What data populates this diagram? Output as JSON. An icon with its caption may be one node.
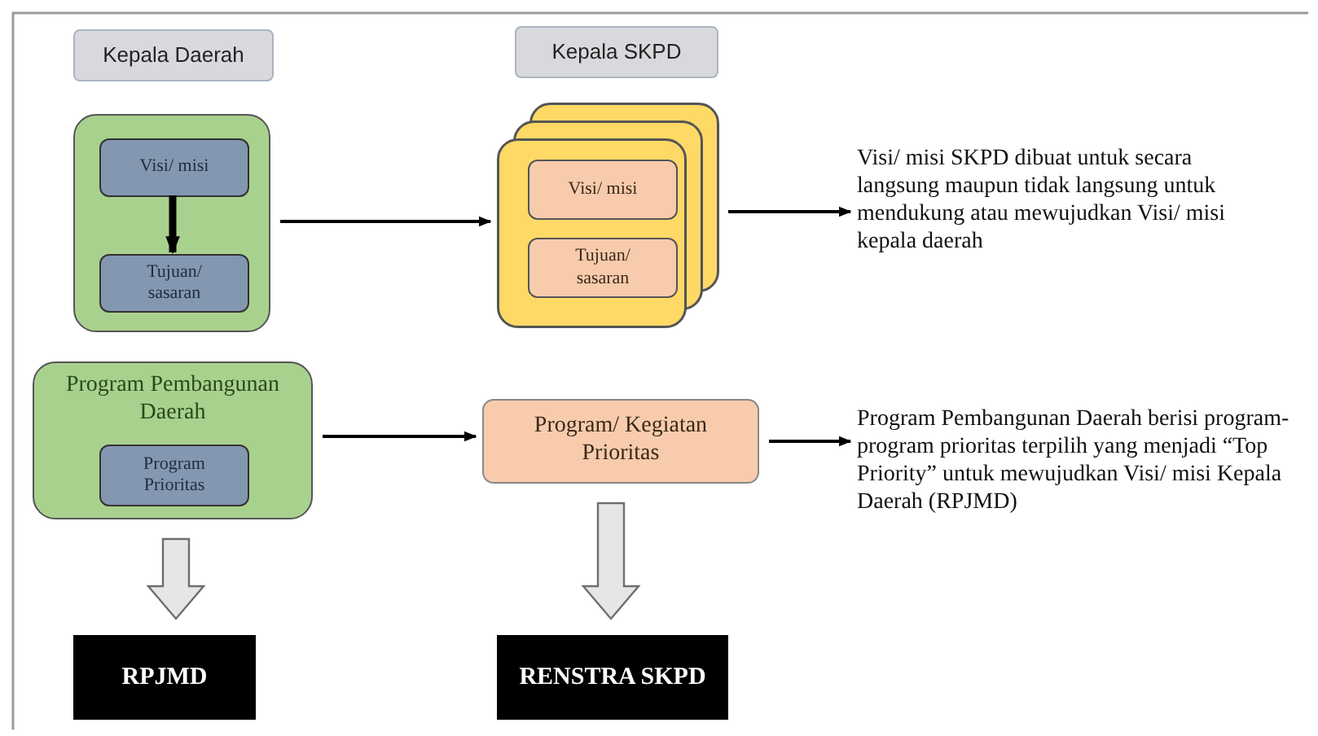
{
  "diagram": {
    "nodes": [
      {
        "text": [
          "Kepala Daerah"
        ]
      },
      {
        "text": [
          "Kepala SKPD"
        ]
      },
      {
        "text": [],
        "shape": "box"
      },
      {
        "text": [
          "Visi/ misi"
        ],
        "in": 2
      },
      {
        "text": [
          "Tujuan/ sasaran"
        ],
        "in": 2
      },
      {
        "text": [],
        "shape": "box"
      },
      {
        "text": [
          "Visi/ misi"
        ],
        "in": 5
      },
      {
        "text": [
          "Tujuan/ sasaran"
        ],
        "in": 5
      },
      {
        "text": [
          "Visi/ misi SKPD dibuat untuk secara langsung maupun tidak langsung untuk mendukung atau mewujudkan Visi/ misi kepala daerah"
        ]
      },
      {
        "text": [
          "Program Pembangunan Daerah"
        ]
      },
      {
        "text": [
          "Program Prioritas"
        ],
        "in": 9
      },
      {
        "text": [
          "Program/ Kegiatan Prioritas"
        ]
      },
      {
        "text": [
          "Program Pembangunan Daerah berisi program-program prioritas terpilih yang menjadi “Top Priority” untuk mewujudkan Visi/ misi Kepala Daerah (RPJMD)"
        ]
      },
      {
        "text": [
          "RPJMD"
        ]
      },
      {
        "text": [
          "RENSTRA SKPD"
        ]
      }
    ],
    "edges": [
      {
        "from": 3,
        "to": 4,
        "arrow": "to",
        "style": "thick"
      },
      {
        "from": 2,
        "to": 5,
        "arrow": "to"
      },
      {
        "from": 5,
        "to": 8,
        "arrow": "to"
      },
      {
        "from": 9,
        "to": 11,
        "arrow": "to"
      },
      {
        "from": 11,
        "to": 12,
        "arrow": "to"
      },
      {
        "from": 9,
        "to": 13,
        "arrow": "to",
        "style": "thick",
        "color": "#e6e6e6"
      },
      {
        "from": 11,
        "to": 14,
        "arrow": "to",
        "style": "thick",
        "color": "#e6e6e6"
      }
    ]
  }
}
